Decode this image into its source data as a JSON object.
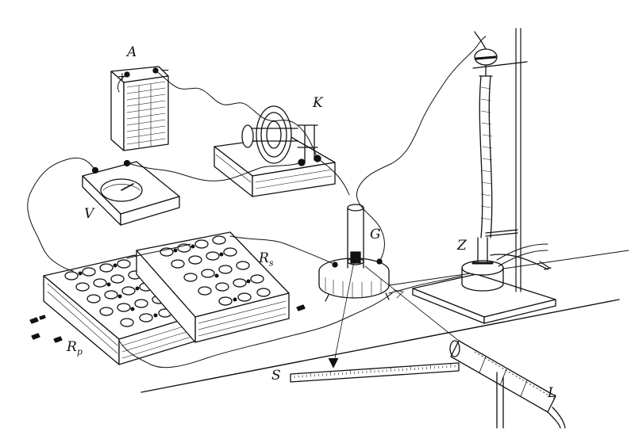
{
  "labels": {
    "A": "A",
    "K": "K",
    "V": "V",
    "G": "G",
    "Rs_main": "R",
    "Rs_sub": "s",
    "Rp_main": "R",
    "Rp_sub": "p",
    "Z": "Z",
    "S": "S",
    "L": "L"
  },
  "battery_terminals": {
    "plus": "+",
    "minus": "−"
  },
  "colors": {
    "ink": "#111111",
    "paper": "#ffffff"
  }
}
